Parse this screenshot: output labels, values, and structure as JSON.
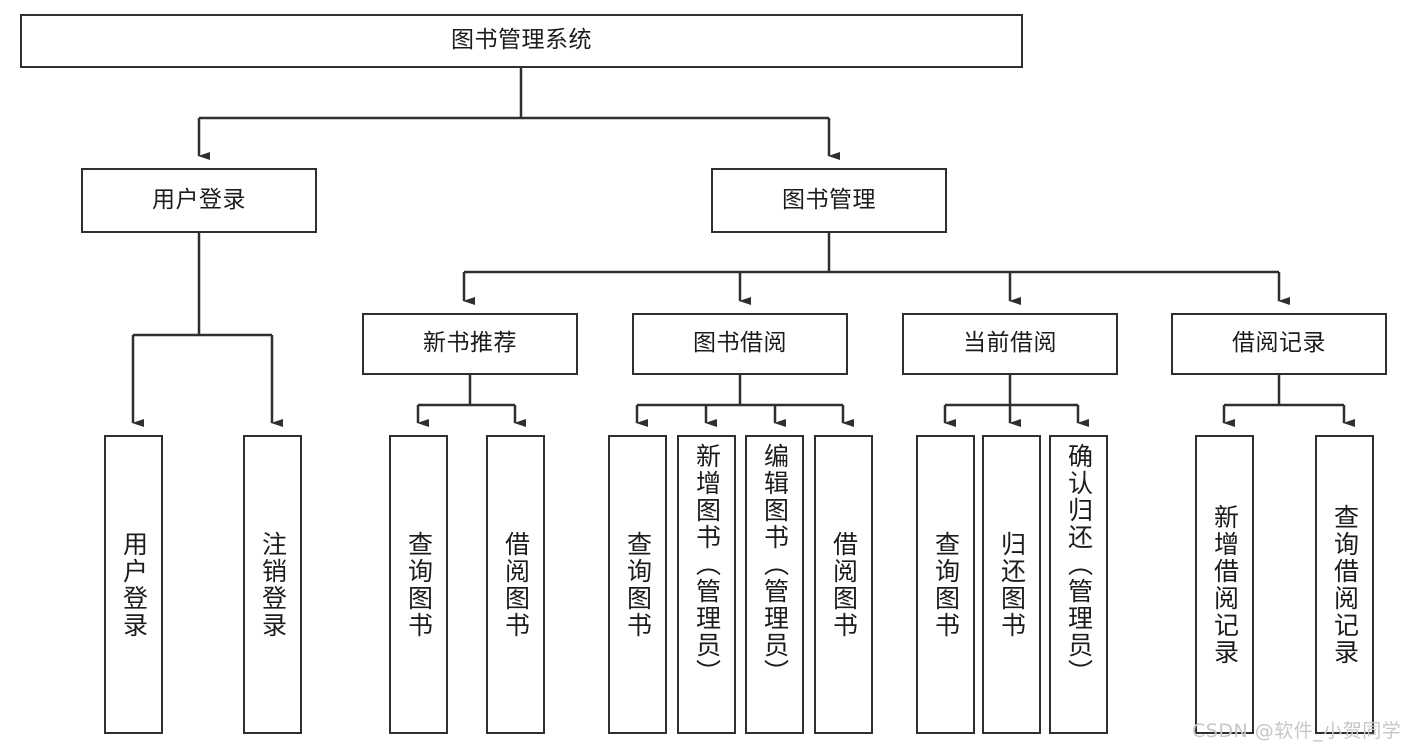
{
  "diagram": {
    "title_node": {
      "label": "图书管理系统"
    },
    "level2": [
      {
        "id": "user-login",
        "label": "用户登录"
      },
      {
        "id": "book-management",
        "label": "图书管理"
      }
    ],
    "level3": [
      {
        "id": "new-book-recommend",
        "label": "新书推荐"
      },
      {
        "id": "book-borrow",
        "label": "图书借阅"
      },
      {
        "id": "current-borrow",
        "label": "当前借阅"
      },
      {
        "id": "borrow-record",
        "label": "借阅记录"
      }
    ],
    "leaves": [
      {
        "id": "leaf-user-login",
        "label": "用户登录",
        "parent": "user-login"
      },
      {
        "id": "leaf-logout-login",
        "label": "注销登录",
        "parent": "user-login"
      },
      {
        "id": "leaf-query-book-1",
        "label": "查询图书",
        "parent": "new-book-recommend"
      },
      {
        "id": "leaf-borrow-book-1",
        "label": "借阅图书",
        "parent": "new-book-recommend"
      },
      {
        "id": "leaf-query-book-2",
        "label": "查询图书",
        "parent": "book-borrow"
      },
      {
        "id": "leaf-add-book-admin",
        "label": "新增图书（管理员）",
        "parent": "book-borrow"
      },
      {
        "id": "leaf-edit-book-admin",
        "label": "编辑图书（管理员）",
        "parent": "book-borrow"
      },
      {
        "id": "leaf-borrow-book-2",
        "label": "借阅图书",
        "parent": "book-borrow"
      },
      {
        "id": "leaf-query-book-3",
        "label": "查询图书",
        "parent": "current-borrow"
      },
      {
        "id": "leaf-return-book",
        "label": "归还图书",
        "parent": "current-borrow"
      },
      {
        "id": "leaf-confirm-return-admin",
        "label": "确认归还（管理员）",
        "parent": "current-borrow"
      },
      {
        "id": "leaf-add-borrow-record",
        "label": "新增借阅记录",
        "parent": "borrow-record"
      },
      {
        "id": "leaf-query-borrow-record",
        "label": "查询借阅记录",
        "parent": "borrow-record"
      }
    ],
    "watermark": "CSDN @软件_小贺同学",
    "colors": {
      "stroke": "#2f2f2f",
      "text": "#1c1c1c",
      "background": "#ffffff",
      "watermark": "#c7c7c7"
    }
  }
}
